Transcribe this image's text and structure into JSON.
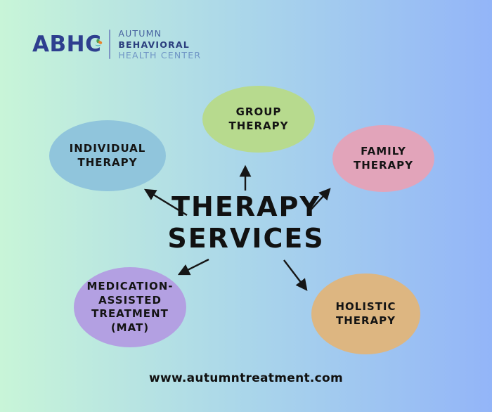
{
  "logo": {
    "abbr": "ABHC",
    "line1": "AUTUMN",
    "line2": "BEHAVIORAL",
    "line3": "HEALTH CENTER"
  },
  "center": {
    "line1": "THERAPY",
    "line2": "SERVICES"
  },
  "nodes": {
    "group": {
      "label": "GROUP\nTHERAPY",
      "color": "#b7da8e"
    },
    "individual": {
      "label": "INDIVIDUAL\nTHERAPY",
      "color": "#90c5dc"
    },
    "family": {
      "label": "FAMILY\nTHERAPY",
      "color": "#e2a4ba"
    },
    "mat": {
      "label": "MEDICATION-\nASSISTED\nTREATMENT\n(MAT)",
      "color": "#b3a0e2"
    },
    "holistic": {
      "label": "HOLISTIC\nTHERAPY",
      "color": "#ddb681"
    }
  },
  "footer": {
    "url": "www.autumntreatment.com"
  },
  "colors": {
    "background_left": "#c8f5d8",
    "background_right": "#93b5f8",
    "logo_navy": "#2e3f8f",
    "logo_light_blue": "#6f95c5",
    "arrow": "#161616",
    "title_text": "#111111"
  }
}
